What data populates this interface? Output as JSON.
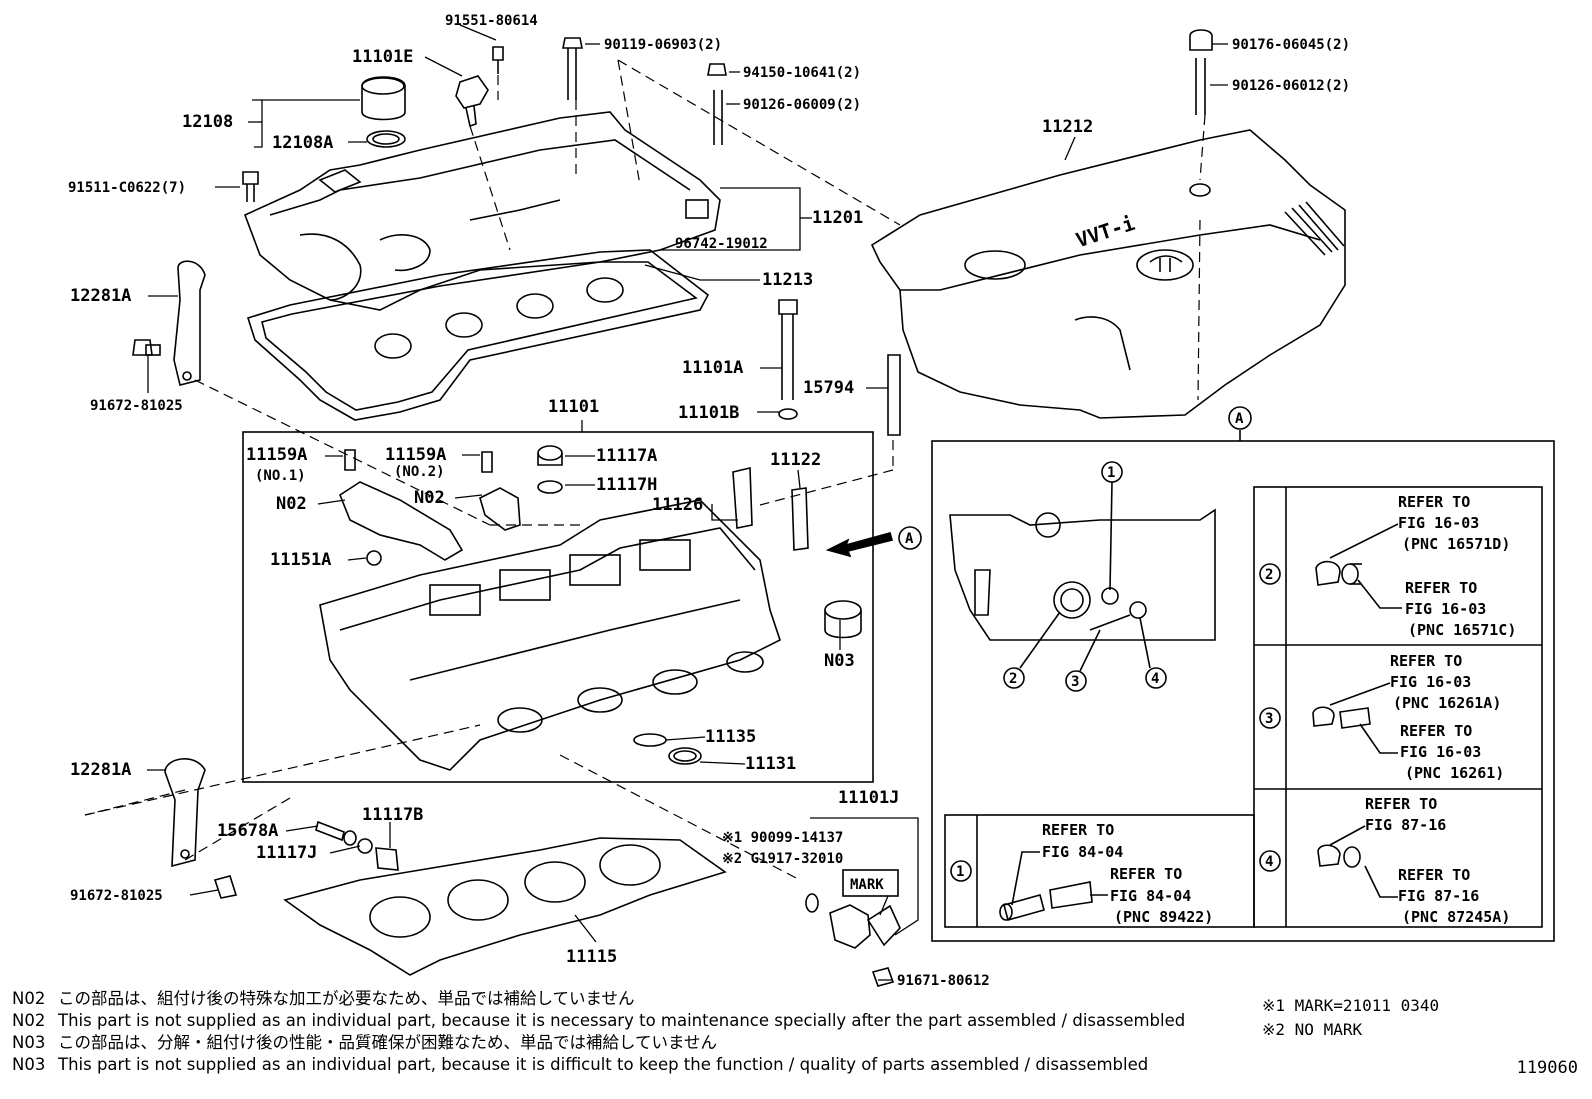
{
  "labels": {
    "p91551": "91551-80614",
    "p11101E": "11101E",
    "p12108": "12108",
    "p12108A": "12108A",
    "p90119": "90119-06903(2)",
    "p94150": "94150-10641(2)",
    "p90126_009": "90126-06009(2)",
    "p90176": "90176-06045(2)",
    "p90126_012": "90126-06012(2)",
    "p11212": "11212",
    "p91511": "91511-C0622(7)",
    "p11201": "11201",
    "p96742": "96742-19012",
    "p11213": "11213",
    "p12281A_top": "12281A",
    "p91672_top": "91672-81025",
    "p11101A": "11101A",
    "p15794": "15794",
    "p11101B": "11101B",
    "p11101": "11101",
    "p11159A_1": "11159A",
    "p11159A_1_sub": "(NO.1)",
    "p11159A_2": "11159A",
    "p11159A_2_sub": "(NO.2)",
    "p11117A": "11117A",
    "p11117H": "11117H",
    "p11122": "11122",
    "p11126": "11126",
    "pN02_left": "N02",
    "pN02_right": "N02",
    "p11151A": "11151A",
    "pN03": "N03",
    "p11135": "11135",
    "p11131": "11131",
    "p12281A_bottom": "12281A",
    "p15678A": "15678A",
    "p11117B": "11117B",
    "p11117J": "11117J",
    "p91672_bottom": "91672-81025",
    "p11115": "11115",
    "p11101J": "11101J",
    "p90099": "※1 90099-14137",
    "pG1917": "※2 G1917-32010",
    "mark": "MARK",
    "p91671": "91671-80612",
    "callout_A": "A",
    "cover_logo": "VVT-i"
  },
  "detail": {
    "title": "A",
    "circle_1": "1",
    "circle_2": "2",
    "circle_3": "3",
    "circle_4": "4",
    "ref1_line1": "REFER TO",
    "ref1_line2": "FIG 84-04",
    "ref1_line3": "REFER TO",
    "ref1_line4": "FIG 84-04",
    "ref1_line5": "(PNC 89422)",
    "ref2_line1": "REFER TO",
    "ref2_line2": "FIG 16-03",
    "ref2_line3": "(PNC 16571D)",
    "ref2_line4": "REFER TO",
    "ref2_line5": "FIG 16-03",
    "ref2_line6": "(PNC 16571C)",
    "ref3_line1": "REFER TO",
    "ref3_line2": "FIG 16-03",
    "ref3_line3": "(PNC 16261A)",
    "ref3_line4": "REFER TO",
    "ref3_line5": "FIG 16-03",
    "ref3_line6": "(PNC 16261)",
    "ref4_line1": "REFER TO",
    "ref4_line2": "FIG 87-16",
    "ref4_line3": "REFER TO",
    "ref4_line4": "FIG 87-16",
    "ref4_line5": "(PNC 87245A)"
  },
  "notes": [
    {
      "code": "N02",
      "text": "この部品は、組付け後の特殊な加工が必要なため、単品では補給していません"
    },
    {
      "code": "N02",
      "text": "This part is not supplied as an individual part, because it is necessary to maintenance specially after the part assembled / disassembled"
    },
    {
      "code": "N03",
      "text": "この部品は、分解・組付け後の性能・品質確保が困難なため、単品では補給していません"
    },
    {
      "code": "N03",
      "text": "This part is not supplied as an individual part, because it is difficult to keep the function / quality of parts  assembled / disassembled"
    }
  ],
  "marks": {
    "m1": "※1 MARK=21011 0340",
    "m2": "※2 NO MARK"
  },
  "figure_number": "119060"
}
